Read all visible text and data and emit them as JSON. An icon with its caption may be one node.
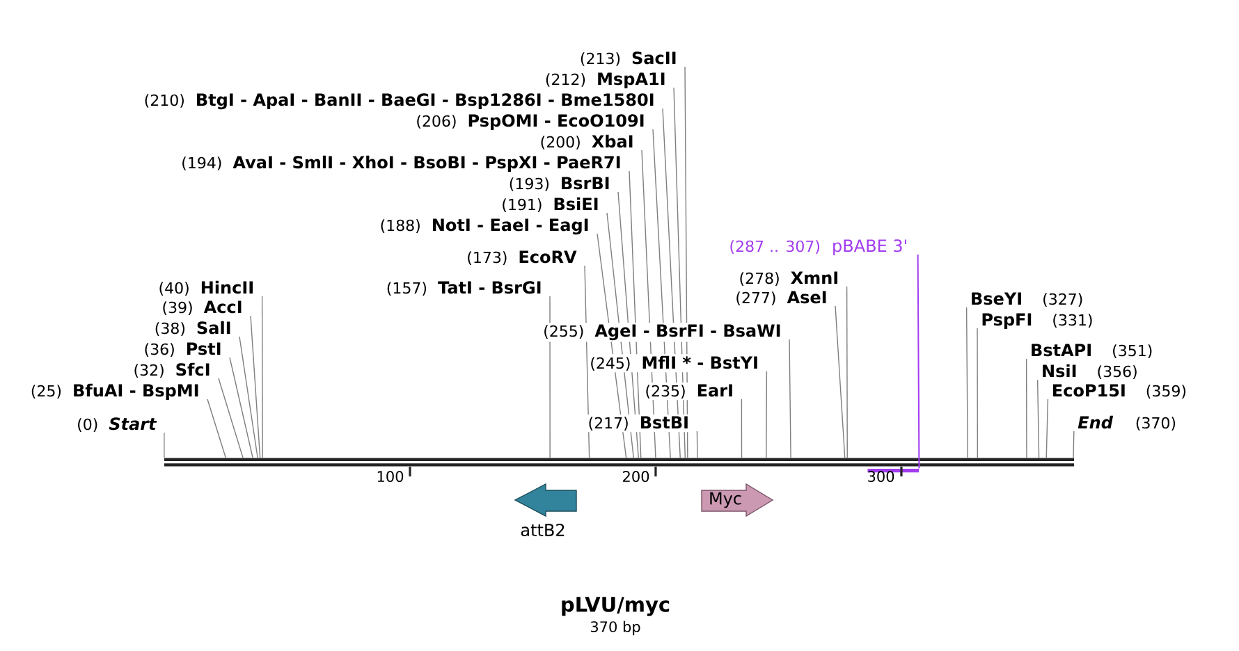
{
  "diagram": {
    "title": "pLVU/myc",
    "nodes": [
      {
        "text": [
          "(213)",
          "SacII"
        ]
      },
      {
        "text": [
          "(212)",
          "MspA1I"
        ]
      },
      {
        "text": [
          "(210)",
          "BtgI - ApaI - BanII - BaeGI - Bsp1286I - Bme1580I"
        ]
      },
      {
        "text": [
          "(206)",
          "PspOMI - EcoO109I"
        ]
      },
      {
        "text": [
          "(200)",
          "XbaI"
        ]
      },
      {
        "text": [
          "(194)",
          "AvaI - SmlI - XhoI - BsoBI - PspXI - PaeR7I"
        ]
      },
      {
        "text": [
          "(193)",
          "BsrBI"
        ]
      },
      {
        "text": [
          "(191)",
          "BsiEI"
        ]
      },
      {
        "text": [
          "(188)",
          "NotI - EaeI - EagI"
        ]
      },
      {
        "text": [
          "(287 .. 307)",
          "pBABE 3'"
        ]
      },
      {
        "text": [
          "(173)",
          "EcoRV"
        ]
      },
      {
        "text": [
          "(278)",
          "XmnI"
        ]
      },
      {
        "text": [
          "(40)",
          "HincII"
        ]
      },
      {
        "text": [
          "(157)",
          "TatI - BsrGI"
        ]
      },
      {
        "text": [
          "(277)",
          "AseI"
        ]
      },
      {
        "text": [
          "BseYI",
          "(327)"
        ]
      },
      {
        "text": [
          "(39)",
          "AccI"
        ]
      },
      {
        "text": [
          "PspFI",
          "(331)"
        ]
      },
      {
        "text": [
          "(38)",
          "SalI"
        ]
      },
      {
        "text": [
          "(255)",
          "AgeI - BsrFI - BsaWI"
        ]
      },
      {
        "text": [
          "BstAPI",
          "(351)"
        ]
      },
      {
        "text": [
          "(36)",
          "PstI"
        ]
      },
      {
        "text": [
          "(245)",
          "MflI * - BstYI"
        ]
      },
      {
        "text": [
          "NsiI",
          "(356)"
        ]
      },
      {
        "text": [
          "(32)",
          "SfcI"
        ]
      },
      {
        "text": [
          "EcoP15I",
          "(359)"
        ]
      },
      {
        "text": [
          "(25)",
          "BfuAI - BspMI"
        ]
      },
      {
        "text": [
          "(235)",
          "EarI"
        ]
      },
      {
        "text": [
          "(0)",
          "Start"
        ]
      },
      {
        "text": [
          "(217)",
          "BstBI"
        ]
      },
      {
        "text": [
          "End",
          "(370)"
        ]
      },
      {
        "text": [],
        "shape": "bar"
      },
      {
        "text": [],
        "shape": "bar"
      },
      {
        "text": [
          "attB2"
        ]
      },
      {
        "text": [
          "Myc"
        ]
      }
    ],
    "edges": [
      {
        "from": 0,
        "to": 31,
        "arrow": "none"
      },
      {
        "from": 1,
        "to": 31,
        "arrow": "none"
      },
      {
        "from": 2,
        "to": 31,
        "arrow": "none"
      },
      {
        "from": 3,
        "to": 31,
        "arrow": "none"
      },
      {
        "from": 4,
        "to": 31,
        "arrow": "none"
      },
      {
        "from": 5,
        "to": 31,
        "arrow": "none"
      },
      {
        "from": 6,
        "to": 31,
        "arrow": "none"
      },
      {
        "from": 7,
        "to": 31,
        "arrow": "none"
      },
      {
        "from": 8,
        "to": 31,
        "arrow": "none"
      },
      {
        "from": 9,
        "to": 32,
        "arrow": "none",
        "color": "#a23cf0"
      },
      {
        "from": 10,
        "to": 31,
        "arrow": "none"
      },
      {
        "from": 11,
        "to": 31,
        "arrow": "none"
      },
      {
        "from": 12,
        "to": 31,
        "arrow": "none"
      },
      {
        "from": 13,
        "to": 31,
        "arrow": "none"
      },
      {
        "from": 14,
        "to": 31,
        "arrow": "none"
      },
      {
        "from": 15,
        "to": 31,
        "arrow": "none"
      },
      {
        "from": 16,
        "to": 31,
        "arrow": "none"
      },
      {
        "from": 17,
        "to": 31,
        "arrow": "none"
      },
      {
        "from": 18,
        "to": 31,
        "arrow": "none"
      },
      {
        "from": 19,
        "to": 31,
        "arrow": "none"
      },
      {
        "from": 20,
        "to": 31,
        "arrow": "none"
      },
      {
        "from": 21,
        "to": 31,
        "arrow": "none"
      },
      {
        "from": 22,
        "to": 31,
        "arrow": "none"
      },
      {
        "from": 23,
        "to": 31,
        "arrow": "none"
      },
      {
        "from": 24,
        "to": 31,
        "arrow": "none"
      },
      {
        "from": 25,
        "to": 31,
        "arrow": "none"
      },
      {
        "from": 26,
        "to": 31,
        "arrow": "none"
      },
      {
        "from": 27,
        "to": 31,
        "arrow": "none"
      },
      {
        "from": 28,
        "to": 31,
        "arrow": "none"
      },
      {
        "from": 29,
        "to": 31,
        "arrow": "none"
      },
      {
        "from": 30,
        "to": 31,
        "arrow": "none"
      }
    ],
    "labels": [
      "100",
      "200",
      "300",
      "370 bp"
    ]
  }
}
